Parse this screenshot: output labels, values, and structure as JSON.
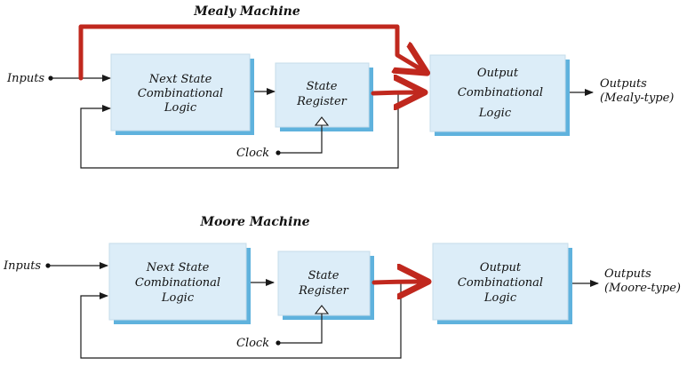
{
  "mealy": {
    "title": "Mealy Machine",
    "inputs": "Inputs",
    "clock": "Clock",
    "next_state": [
      "Next State",
      "Combinational",
      "Logic"
    ],
    "state_register": [
      "State",
      "Register"
    ],
    "output_logic": [
      "Output",
      "Combinational",
      "Logic"
    ],
    "outputs": [
      "Outputs",
      "(Mealy-type)"
    ]
  },
  "moore": {
    "title": "Moore Machine",
    "inputs": "Inputs",
    "clock": "Clock",
    "next_state": [
      "Next State",
      "Combinational",
      "Logic"
    ],
    "state_register": [
      "State",
      "Register"
    ],
    "output_logic": [
      "Output",
      "Combinational",
      "Logic"
    ],
    "outputs": [
      "Outputs",
      "(Moore-type)"
    ]
  },
  "colors": {
    "block_fill": "#dcedf8",
    "block_shadow": "#5fb2dd",
    "highlight_path": "#c0281e",
    "wire": "#1a1a1a"
  }
}
